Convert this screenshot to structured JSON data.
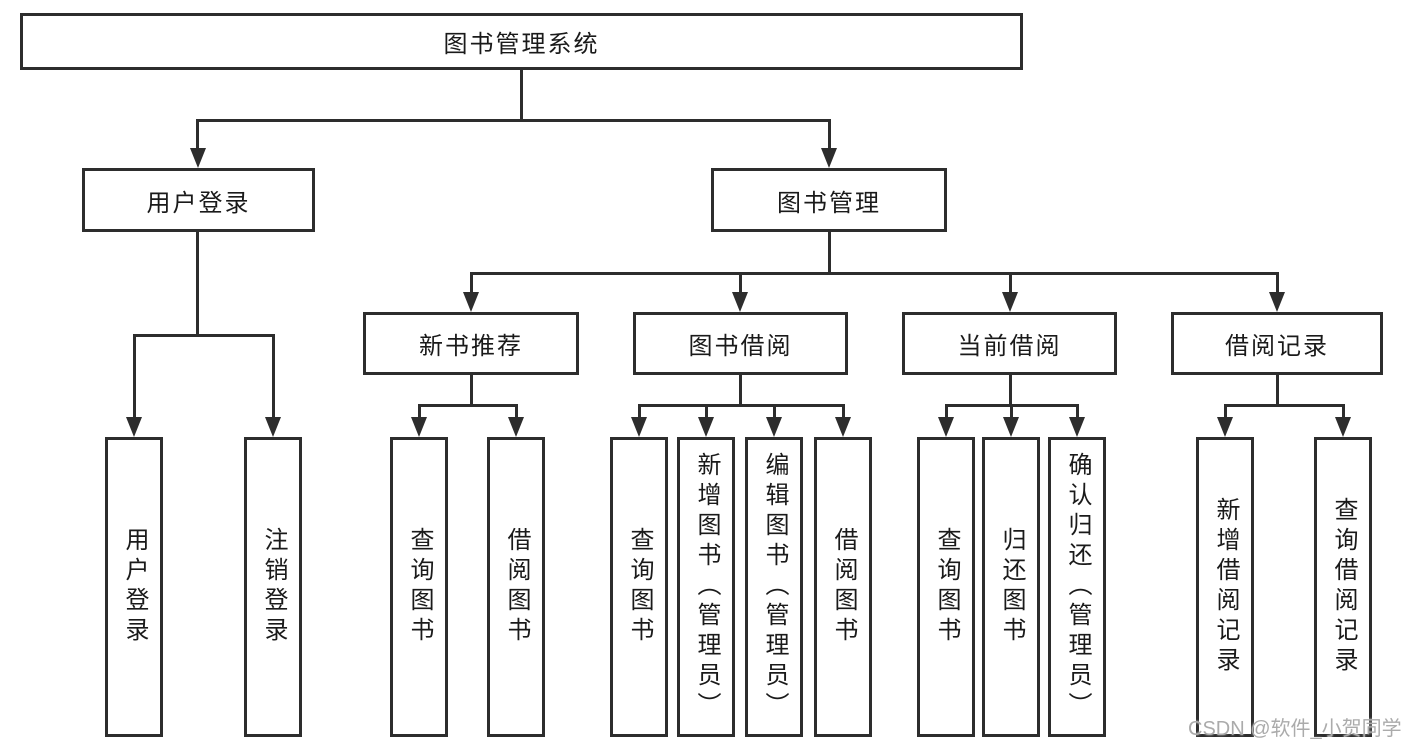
{
  "tree": {
    "label": "图书管理系统",
    "children": [
      {
        "label": "用户登录",
        "children": [
          {
            "label": "用户登录"
          },
          {
            "label": "注销登录"
          }
        ]
      },
      {
        "label": "图书管理",
        "children": [
          {
            "label": "新书推荐",
            "children": [
              {
                "label": "查询图书"
              },
              {
                "label": "借阅图书"
              }
            ]
          },
          {
            "label": "图书借阅",
            "children": [
              {
                "label": "查询图书"
              },
              {
                "label": "新增图书（管理员）"
              },
              {
                "label": "编辑图书（管理员）"
              },
              {
                "label": "借阅图书"
              }
            ]
          },
          {
            "label": "当前借阅",
            "children": [
              {
                "label": "查询图书"
              },
              {
                "label": "归还图书"
              },
              {
                "label": "确认归还（管理员）"
              }
            ]
          },
          {
            "label": "借阅记录",
            "children": [
              {
                "label": "新增借阅记录"
              },
              {
                "label": "查询借阅记录"
              }
            ]
          }
        ]
      }
    ]
  },
  "watermark": {
    "text": "CSDN @软件_小贺同学"
  },
  "colors": {
    "line": "#2d2d2d",
    "text": "#1a1a1a",
    "background": "#ffffff",
    "watermark": "#ababab"
  }
}
